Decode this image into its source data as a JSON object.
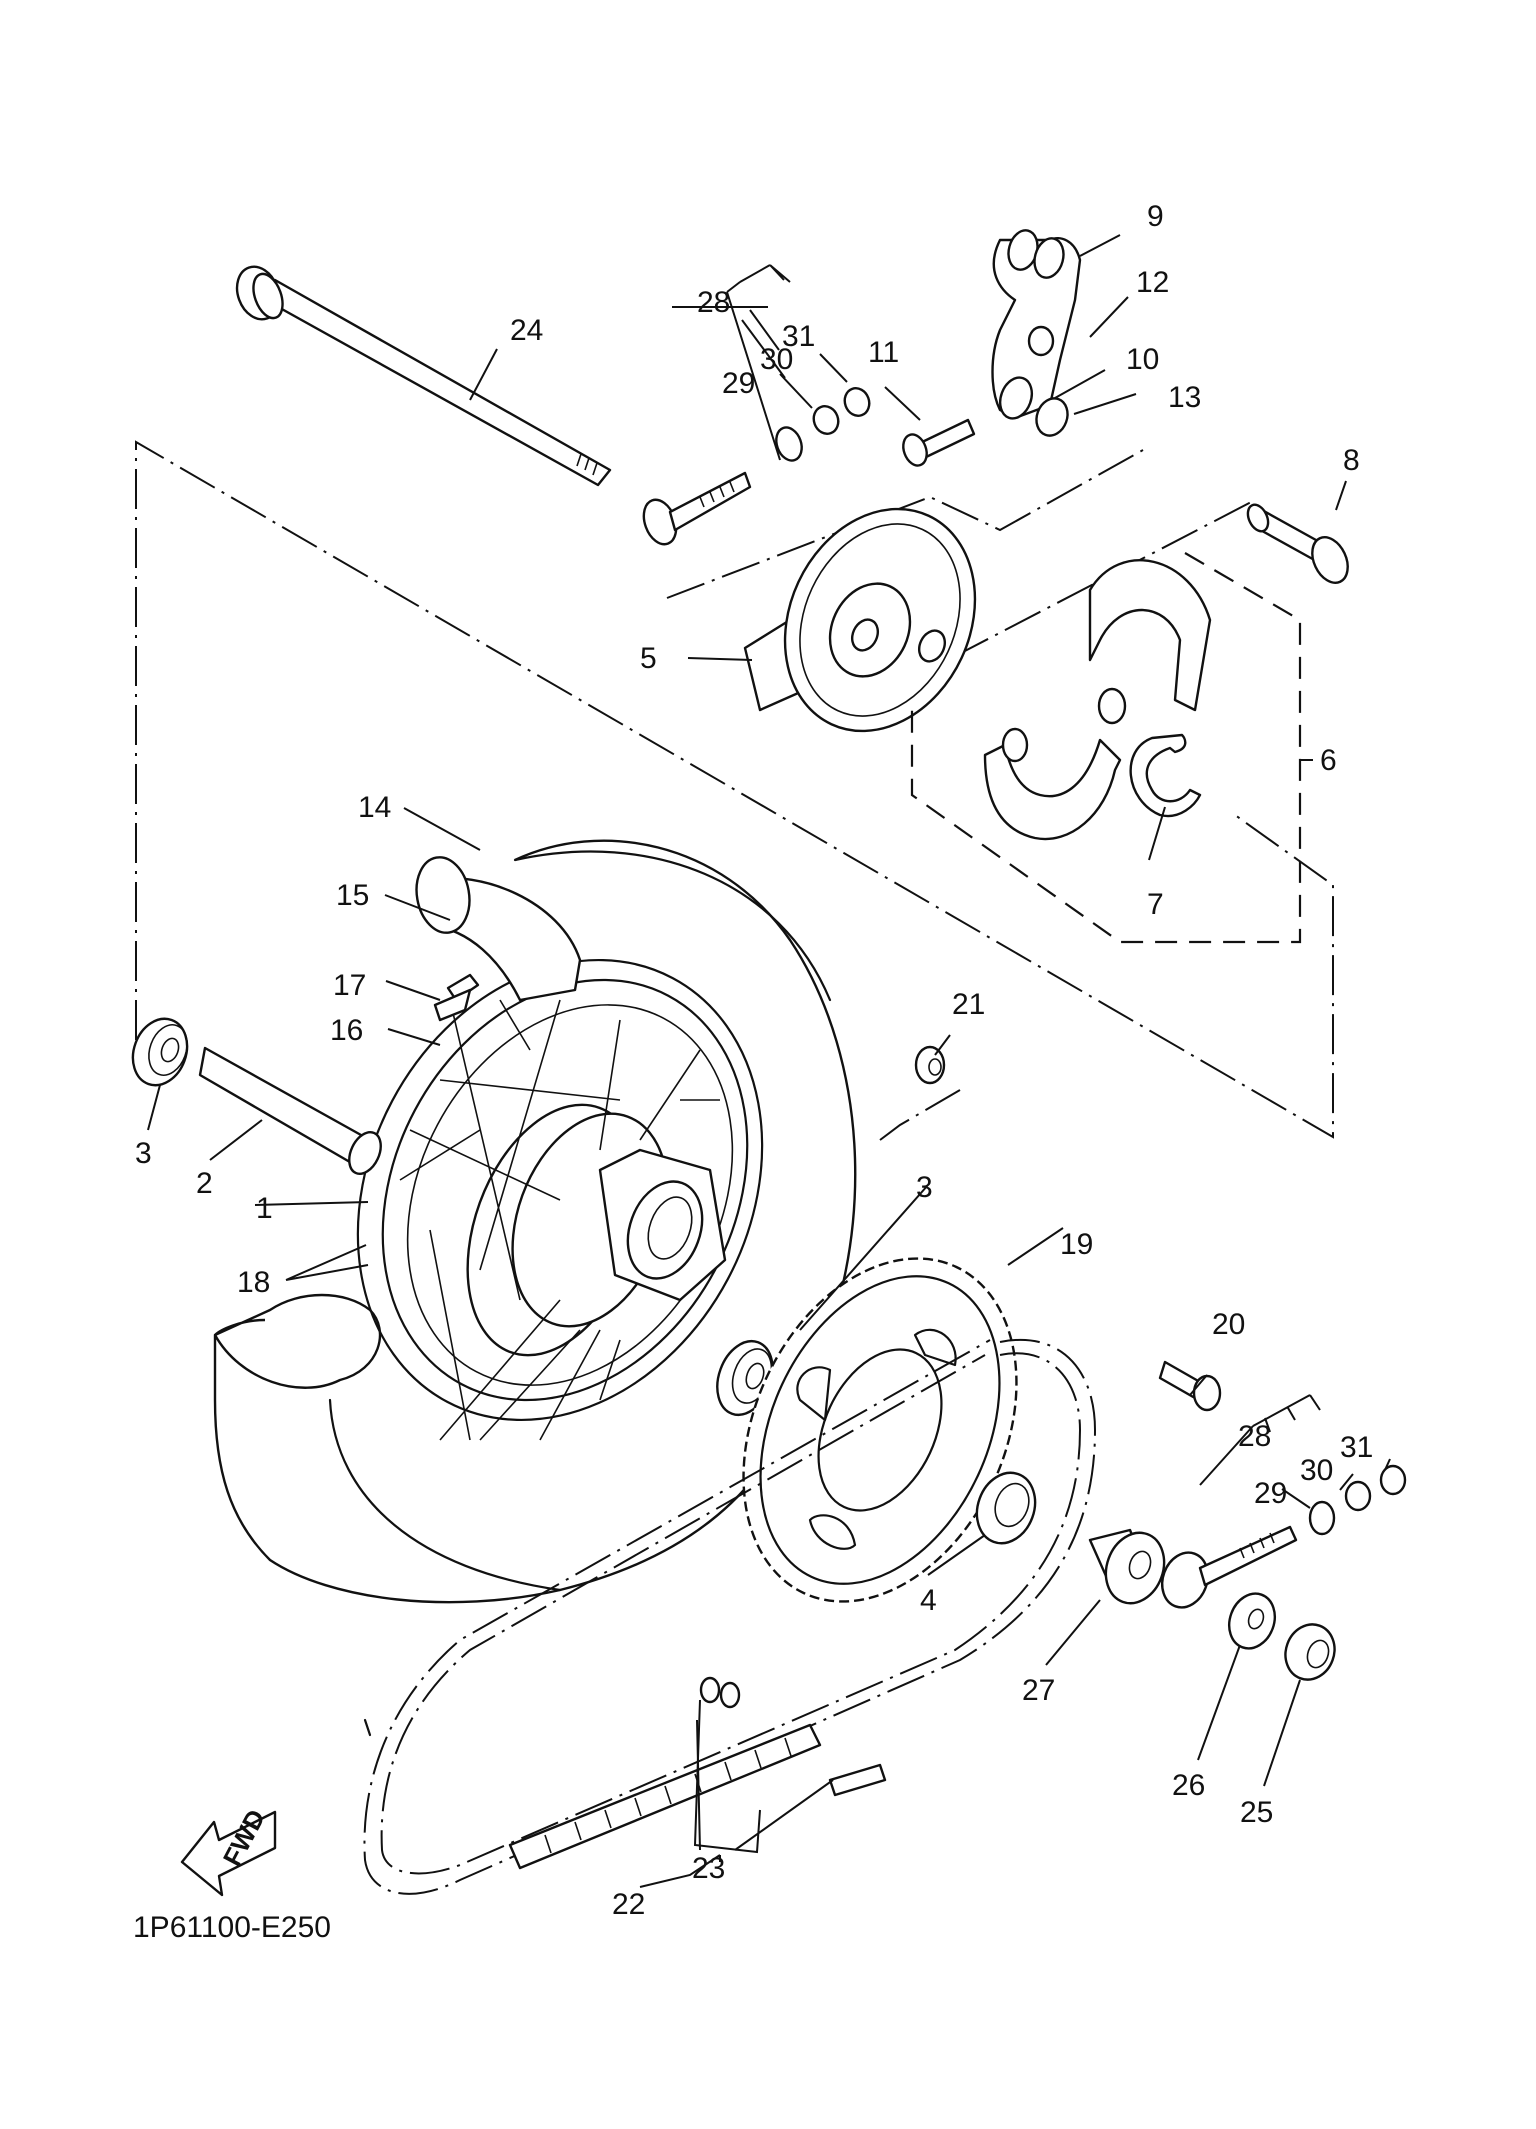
{
  "diagram": {
    "title": "Rear Wheel exploded parts diagram",
    "drawing_code": "1P61100-E250",
    "direction_indicator": "FWD",
    "callouts": [
      {
        "id": "c24",
        "label": "24",
        "part": "wheel axle"
      },
      {
        "id": "c28a",
        "label": "28",
        "part": "chain puller set (left)"
      },
      {
        "id": "c29a",
        "label": "29",
        "part": "washer"
      },
      {
        "id": "c30a",
        "label": "30",
        "part": "nut"
      },
      {
        "id": "c31a",
        "label": "31",
        "part": "nut"
      },
      {
        "id": "c11",
        "label": "11",
        "part": "bolt"
      },
      {
        "id": "c9",
        "label": "9",
        "part": "brake cam lever"
      },
      {
        "id": "c12",
        "label": "12",
        "part": "nut"
      },
      {
        "id": "c10",
        "label": "10",
        "part": "indicator plate"
      },
      {
        "id": "c13",
        "label": "13",
        "part": "oil seal"
      },
      {
        "id": "c8",
        "label": "8",
        "part": "brake camshaft"
      },
      {
        "id": "c5",
        "label": "5",
        "part": "brake shoe plate"
      },
      {
        "id": "c6",
        "label": "6",
        "part": "brake shoe kit"
      },
      {
        "id": "c7",
        "label": "7",
        "part": "spring"
      },
      {
        "id": "c14",
        "label": "14",
        "part": "tire"
      },
      {
        "id": "c15",
        "label": "15",
        "part": "tube"
      },
      {
        "id": "c17",
        "label": "17",
        "part": "nut"
      },
      {
        "id": "c16",
        "label": "16",
        "part": "rim band"
      },
      {
        "id": "c3a",
        "label": "3",
        "part": "bearing"
      },
      {
        "id": "c2",
        "label": "2",
        "part": "spacer"
      },
      {
        "id": "c1",
        "label": "1",
        "part": "rear wheel"
      },
      {
        "id": "c18",
        "label": "18",
        "part": "spoke set"
      },
      {
        "id": "c21",
        "label": "21",
        "part": "nut"
      },
      {
        "id": "c3b",
        "label": "3",
        "part": "bearing"
      },
      {
        "id": "c19",
        "label": "19",
        "part": "driven sprocket"
      },
      {
        "id": "c20",
        "label": "20",
        "part": "bolt"
      },
      {
        "id": "c28b",
        "label": "28",
        "part": "chain puller set (right)"
      },
      {
        "id": "c29b",
        "label": "29",
        "part": "washer"
      },
      {
        "id": "c30b",
        "label": "30",
        "part": "nut"
      },
      {
        "id": "c31b",
        "label": "31",
        "part": "nut"
      },
      {
        "id": "c4",
        "label": "4",
        "part": "oil seal"
      },
      {
        "id": "c27",
        "label": "27",
        "part": "collar"
      },
      {
        "id": "c26",
        "label": "26",
        "part": "washer"
      },
      {
        "id": "c25",
        "label": "25",
        "part": "nut"
      },
      {
        "id": "c22",
        "label": "22",
        "part": "drive chain"
      },
      {
        "id": "c23",
        "label": "23",
        "part": "joint"
      }
    ]
  }
}
